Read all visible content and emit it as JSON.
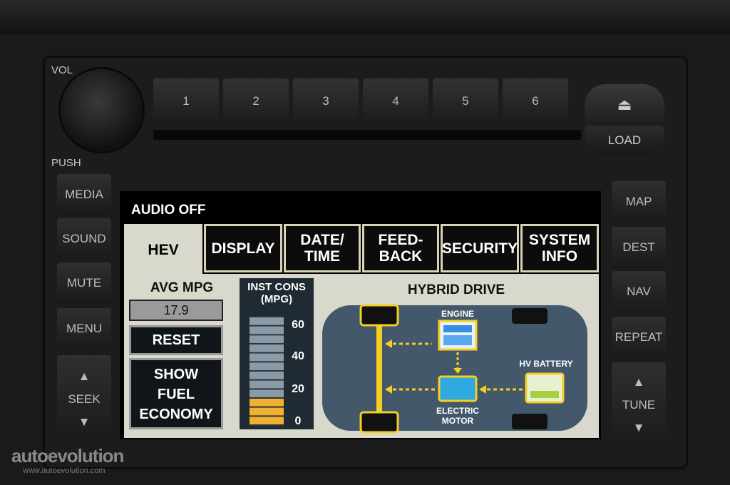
{
  "radio": {
    "vol_label": "VOL",
    "push_label": "PUSH",
    "presets": [
      "1",
      "2",
      "3",
      "4",
      "5",
      "6"
    ],
    "eject_icon": "eject-icon",
    "load_label": "LOAD",
    "left_buttons": [
      "MEDIA",
      "SOUND",
      "MUTE",
      "MENU"
    ],
    "seek_label": "SEEK",
    "right_buttons": [
      "MAP",
      "DEST",
      "NAV",
      "REPEAT"
    ],
    "tune_label": "TUNE"
  },
  "screen": {
    "status": "AUDIO OFF",
    "tabs": [
      {
        "label": "HEV",
        "active": true
      },
      {
        "label": "DISPLAY",
        "active": false
      },
      {
        "label": "DATE/\nTIME",
        "active": false
      },
      {
        "label": "FEED-\nBACK",
        "active": false
      },
      {
        "label": "SECURITY",
        "active": false
      },
      {
        "label": "SYSTEM\nINFO",
        "active": false
      }
    ],
    "avg_mpg_label": "AVG MPG",
    "avg_mpg_value": "17.9",
    "reset_label": "RESET",
    "show_fuel_label": "SHOW\nFUEL\nECONOMY",
    "inst_cons": {
      "title": "INST CONS\n(MPG)",
      "scale": [
        "60",
        "40",
        "20",
        "0"
      ],
      "level_mpg": 15,
      "max_mpg": 60
    },
    "hybrid_drive": {
      "title": "HYBRID DRIVE",
      "engine_label": "ENGINE",
      "battery_label": "HV BATTERY",
      "motor_label": "ELECTRIC\nMOTOR"
    }
  },
  "watermark": {
    "brand": "autoevolution",
    "url": "www.autoevolution.com"
  },
  "colors": {
    "screen_bg": "#d8d9cc",
    "gauge_fill": "#f0b030",
    "gauge_empty": "#8a9aa6",
    "energy_flow": "#f5d020"
  }
}
